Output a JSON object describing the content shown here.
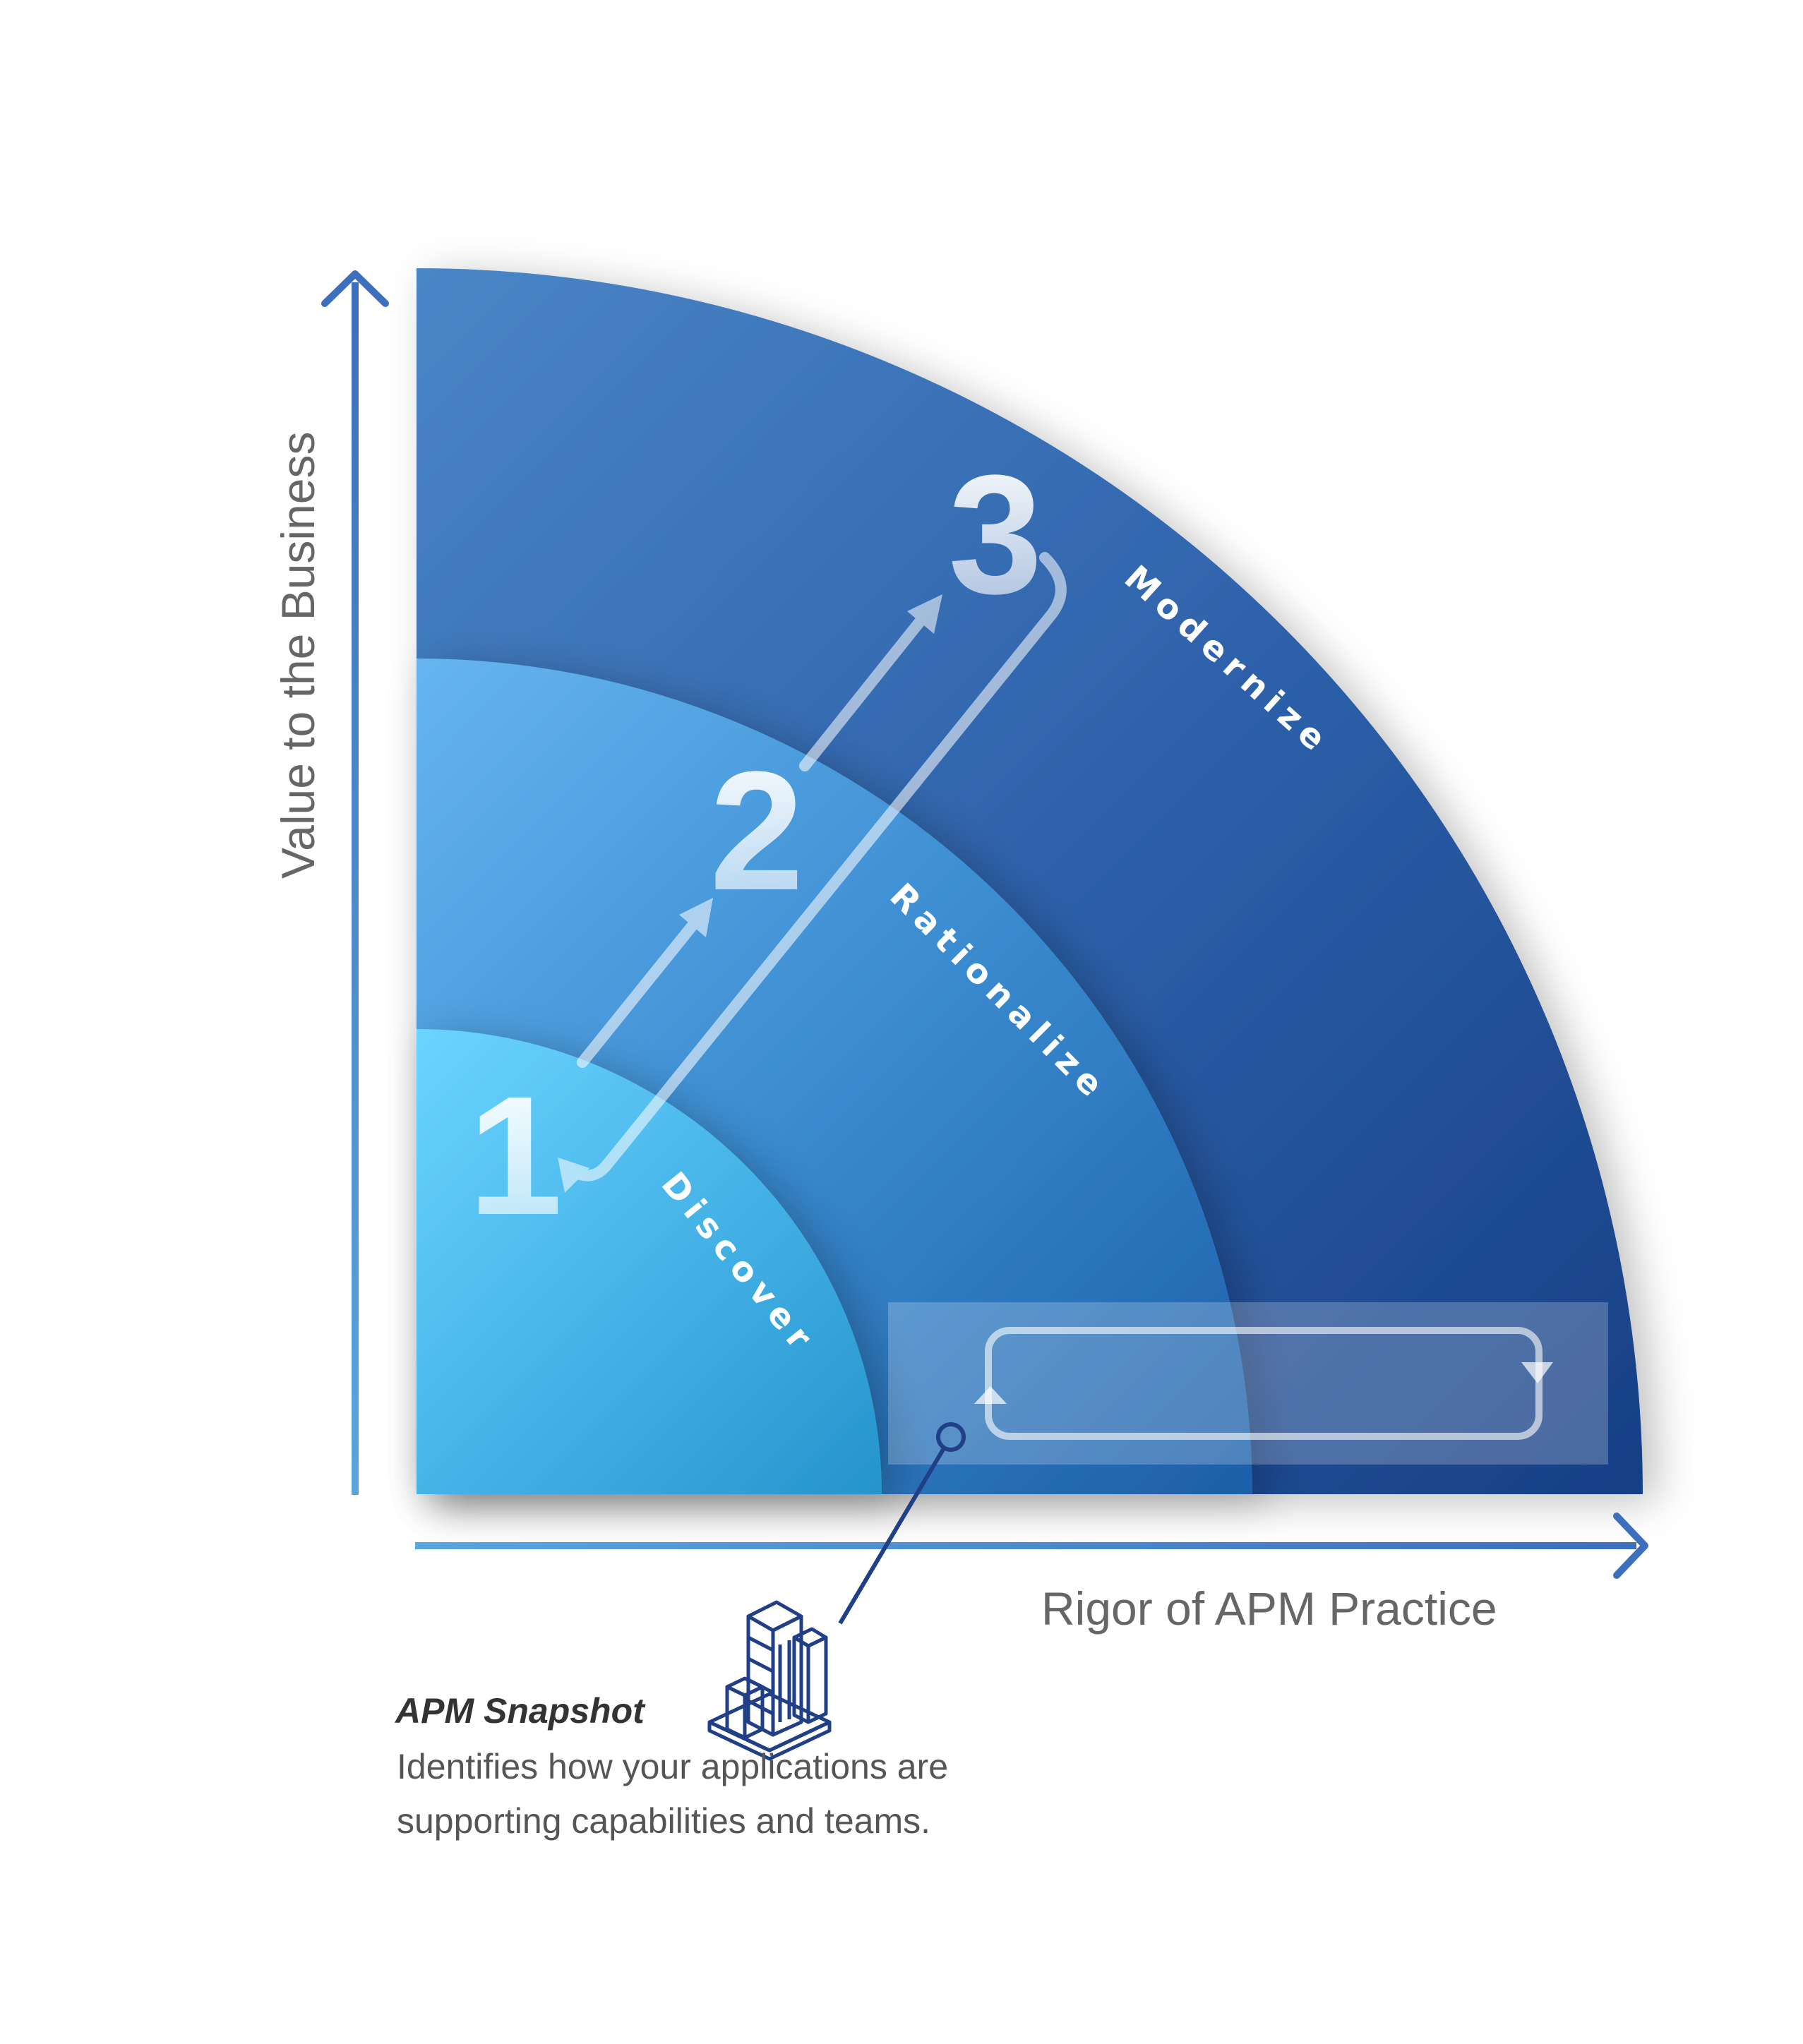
{
  "axes": {
    "y_label": "Value to the Business",
    "x_label": "Rigor of APM Practice"
  },
  "stages": [
    {
      "number": "1",
      "name": "Discover"
    },
    {
      "number": "2",
      "name": "Rationalize"
    },
    {
      "number": "3",
      "name": "Modernize"
    }
  ],
  "snapshot": {
    "title": "APM Snapshot",
    "description": "Identifies how your applications are supporting capabilities and teams."
  },
  "colors": {
    "axis": "#3d73bd",
    "outer_band": "#2a5ea6",
    "middle_band": "#3f94d8",
    "inner_band": "#55c2f2",
    "text": "#555555"
  }
}
